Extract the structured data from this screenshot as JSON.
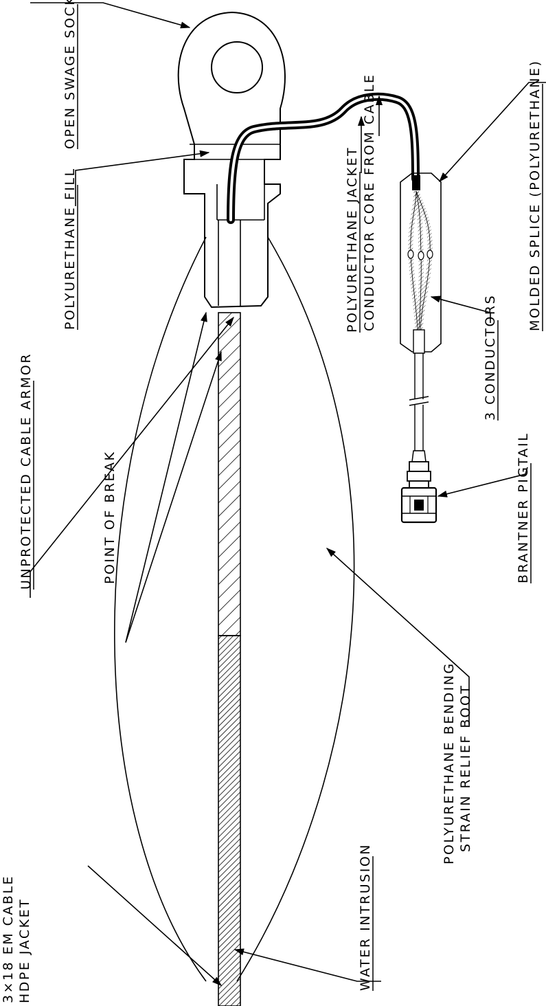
{
  "labels": {
    "open_swage_socket": "OPEN SWAGE SOCKET",
    "polyurethane_fill": "POLYURETHANE FILL",
    "unprotected_cable_armor": "UNPROTECTED CABLE ARMOR",
    "point_of_break": "POINT OF BREAK",
    "cable_line1": "3×18 EM CABLE",
    "cable_line2": "HDPE JACKET",
    "water_intrusion": "WATER INTRUSION",
    "polyurethane_jacket": "POLYURETHANE JACKET",
    "conductor_core": "CONDUCTOR CORE FROM CABLE",
    "three_conductors": "3 CONDUCTORS",
    "molded_splice": "MOLDED SPLICE (POLYURETHANE)",
    "brantner_pigtail": "BRANTNER PIGTAIL",
    "boot_line1": "POLYURETHANE BENDING",
    "boot_line2": "STRAIN RELIEF BOOT"
  }
}
